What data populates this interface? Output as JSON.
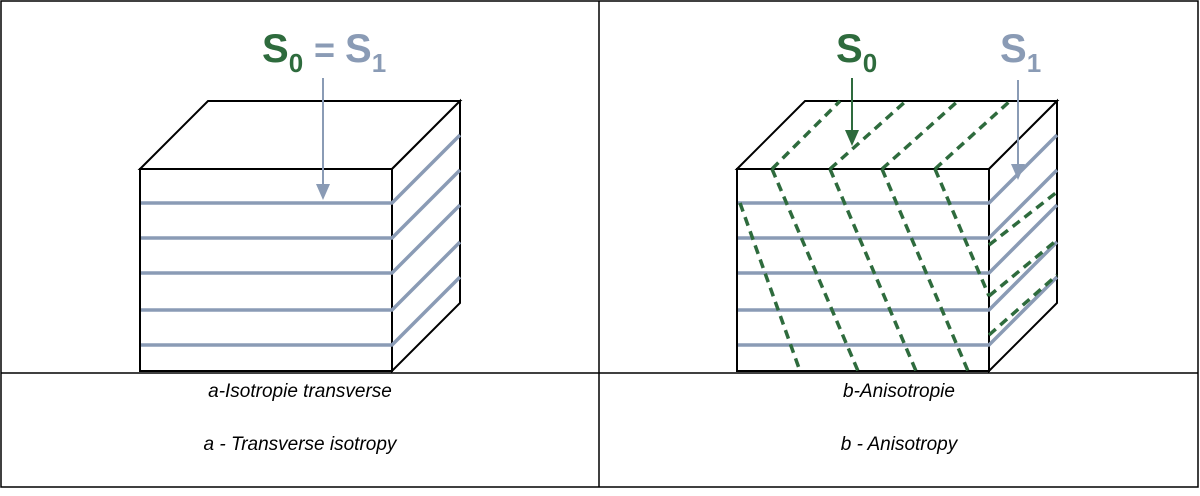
{
  "colors": {
    "green": "#2e6b3d",
    "bluegrey": "#8a9bb5",
    "black": "#000000"
  },
  "left": {
    "symbol_s0": "S",
    "sub_0": "0",
    "equals": "=",
    "symbol_s1": "S",
    "sub_1": "1",
    "caption_fr": "a-Isotropie transverse",
    "caption_en": "a - Transverse isotropy"
  },
  "right": {
    "symbol_s0": "S",
    "sub_0": "0",
    "symbol_s1": "S",
    "sub_1": "1",
    "caption_fr": "b-Anisotropie",
    "caption_en": "b - Anisotropy"
  }
}
